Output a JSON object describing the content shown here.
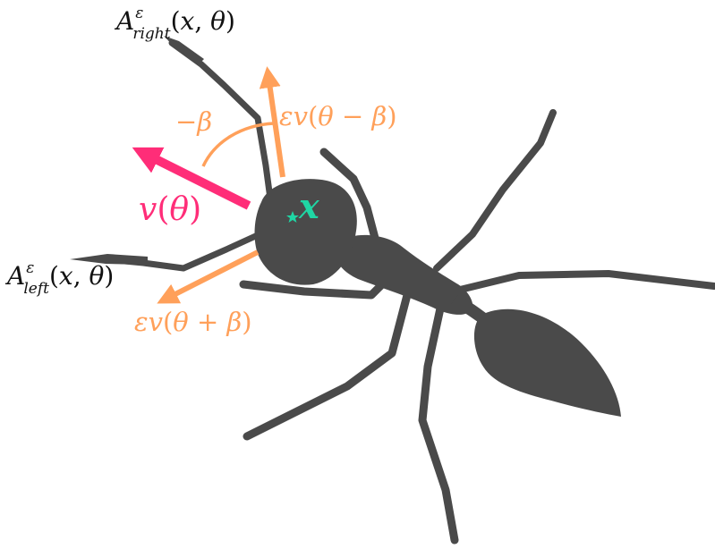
{
  "colors": {
    "ant_body": "#4a4a4a",
    "velocity_main": "#ff2d78",
    "antenna_velocity": "#ffa05a",
    "position": "#1fd6a4",
    "label_text": "#111111"
  },
  "icons": {
    "position_marker": "star-icon"
  },
  "labels": {
    "antenna_right": {
      "base": "A",
      "sup": "ε",
      "sub": "right",
      "args_open": "(",
      "args_x": "x",
      "args_comma": ", ",
      "args_theta": "θ",
      "args_close": ")"
    },
    "antenna_left": {
      "base": "A",
      "sup": "ε",
      "sub": "left",
      "args_open": "(",
      "args_x": "x",
      "args_comma": ", ",
      "args_theta": "θ",
      "args_close": ")"
    },
    "velocity": {
      "v": "v",
      "open": "(",
      "theta": "θ",
      "close": ")"
    },
    "velocity_right": {
      "eps": "ε",
      "v": "v",
      "open": "(",
      "theta": "θ",
      "op": " − ",
      "beta": "β",
      "close": ")"
    },
    "velocity_left": {
      "eps": "ε",
      "v": "v",
      "open": "(",
      "theta": "θ",
      "op": " + ",
      "beta": "β",
      "close": ")"
    },
    "angle": {
      "minus": "−",
      "beta": "β"
    },
    "position": {
      "x": "x"
    }
  }
}
